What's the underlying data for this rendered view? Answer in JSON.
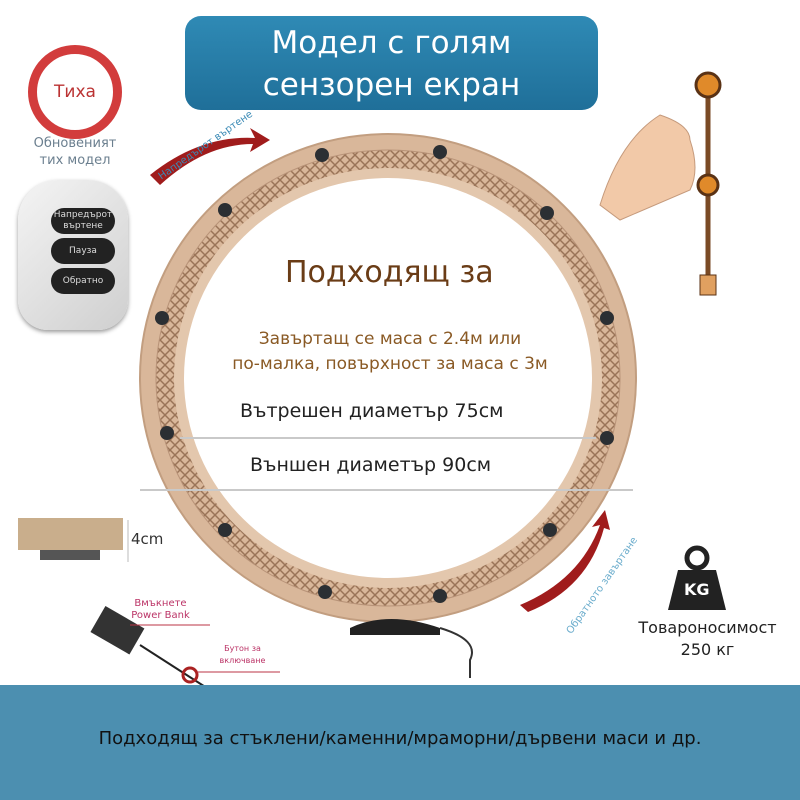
{
  "title": {
    "line1": "Модел с голям",
    "line2": "сензорен екран"
  },
  "quiet": {
    "badge": "Тиха",
    "caption_line1": "Обновеният",
    "caption_line2": "тих модел"
  },
  "remote": {
    "buttons": [
      "Напредърот въртене",
      "Пауза",
      "Обратно"
    ]
  },
  "arrows": {
    "forward": "Напредърот въртене",
    "reverse": "Обратното завъртане"
  },
  "main": {
    "heading": "Подходящ за",
    "desc_line1": "Завъртащ се маса с 2.4м или",
    "desc_line2": "по-малка, повърхност за маса с 3м",
    "inner_diameter": "Вътрешен диаметър 75см",
    "outer_diameter": "Външен диаметър 90см"
  },
  "height": "4cm",
  "power": {
    "insert": "Вмъкнете Power Bank",
    "button": "Бутон за включване"
  },
  "load": {
    "label": "Товароносимост",
    "value": "250 кг",
    "icon": "KG"
  },
  "banner": {
    "text": "Подходящ за стъклени/каменни/мраморни/дървени маси и др."
  },
  "colors": {
    "title_bg": "#2a7fab",
    "banner_bg": "#4c8fb0",
    "ring": "#d9b79a",
    "arrow": "#a01c1c"
  }
}
